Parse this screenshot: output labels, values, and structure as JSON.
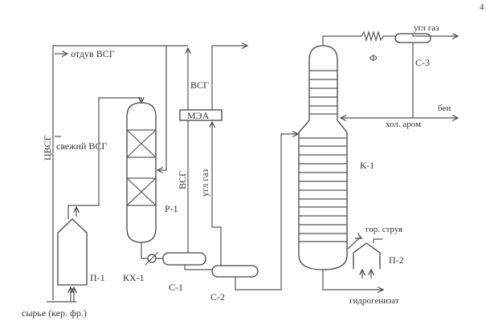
{
  "page_mark": "4",
  "streams": {
    "purge": "отдув ВСГ",
    "recycle": "ЦВСГ",
    "fresh": "свежий ВСГ",
    "vsg_top": "ВСГ",
    "vsg_vertical": "ВСГ",
    "hc_gas_vertical": "угл газ",
    "hc_gas_top": "угл газ",
    "benzene": "бен",
    "cold_arom": "хол. аром",
    "hot_jet": "гор. струя",
    "hydrogenate": "гидрогенизат",
    "feed": "сырье (кер. фр.)"
  },
  "equipment": {
    "mea": "МЭА",
    "reactor": "Р-1",
    "furnace1": "П-1",
    "cooler": "КХ-1",
    "sep1": "С-1",
    "sep2": "С-2",
    "column": "К-1",
    "furnace2": "П-2",
    "sep3": "С-3",
    "condenser": "Ф"
  }
}
